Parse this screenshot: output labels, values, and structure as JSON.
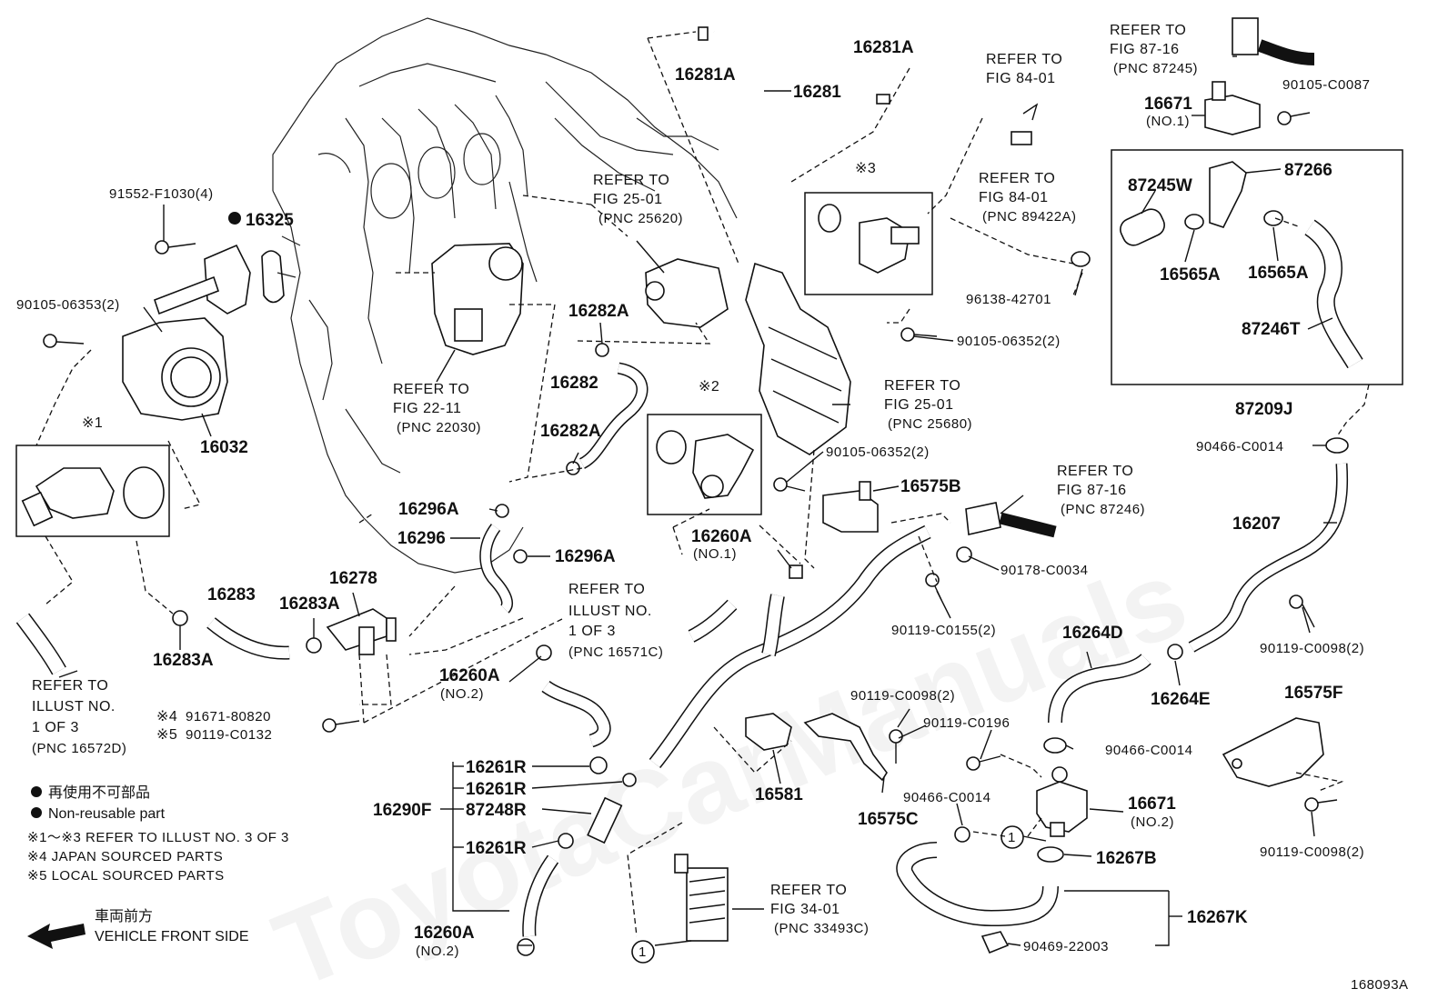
{
  "diagram_id": "168093A",
  "watermark": "ToyotaCarManuals",
  "part_labels": {
    "p16281A_top": "16281A",
    "p16281A_left": "16281A",
    "p16281": "16281",
    "p91552": "91552-F1030(4)",
    "p16325": "16325",
    "p90105_06353": "90105-06353(2)",
    "p16032": "16032",
    "p16282A_top": "16282A",
    "p16282": "16282",
    "p16282A_bot": "16282A",
    "p96138": "96138-42701",
    "p90105_06352a": "90105-06352(2)",
    "p90105_06352b": "90105-06352(2)",
    "p16575B": "16575B",
    "p16296A_top": "16296A",
    "p16296": "16296",
    "p16296A_bot": "16296A",
    "p16260A_no1": "16260A",
    "p16260A_no1_sub": "(NO.1)",
    "p90178": "90178-C0034",
    "p90119_C0155": "90119-C0155(2)",
    "p16283": "16283",
    "p16283A_mid": "16283A",
    "p16278": "16278",
    "p16283A_bot": "16283A",
    "p16260A_no2a": "16260A",
    "p16260A_no2a_sub": "(NO.2)",
    "p91671": "91671-80820",
    "p90119_C0132": "90119-C0132",
    "p16261R_1": "16261R",
    "p16261R_2": "16261R",
    "p87248R": "87248R",
    "p16261R_3": "16261R",
    "p16290F": "16290F",
    "p16260A_no2b": "16260A",
    "p16260A_no2b_sub": "(NO.2)",
    "p16581": "16581",
    "p90119_C0098a": "90119-C0098(2)",
    "p16575C": "16575C",
    "p90119_C0196": "90119-C0196",
    "p90466_C0014a": "90466-C0014",
    "p16264D": "16264D",
    "p90466_C0014b": "90466-C0014",
    "p16671_no2": "16671",
    "p16671_no2_sub": "(NO.2)",
    "p16267B": "16267B",
    "p16267K": "16267K",
    "p90469": "90469-22003",
    "p16671_no1": "16671",
    "p16671_no1_sub": "(NO.1)",
    "p90105_C0087": "90105-C0087",
    "p87245W": "87245W",
    "p87266": "87266",
    "p16565A_1": "16565A",
    "p16565A_2": "16565A",
    "p87246T": "87246T",
    "p87209J": "87209J",
    "p90466_C0014c": "90466-C0014",
    "p16207": "16207",
    "p90119_C0098b": "90119-C0098(2)",
    "p16264E": "16264E",
    "p16575F": "16575F",
    "p90119_C0098c": "90119-C0098(2)"
  },
  "callout_marks": {
    "m1": "※1",
    "m2": "※2",
    "m3": "※3",
    "m4": "※4",
    "m5": "※5",
    "c1a": "1",
    "c1b": "1"
  },
  "references": {
    "r_fig2501a": [
      "REFER TO",
      "FIG 25-01",
      "(PNC 25620)"
    ],
    "r_fig2211": [
      "REFER TO",
      "FIG 22-11",
      "(PNC 22030)"
    ],
    "r_fig2501b": [
      "REFER TO",
      "FIG 25-01",
      "(PNC 25680)"
    ],
    "r_fig8401a": [
      "REFER TO",
      "FIG 84-01"
    ],
    "r_fig8401b": [
      "REFER TO",
      "FIG 84-01",
      "(PNC 89422A)"
    ],
    "r_fig8716a": [
      "REFER TO",
      "FIG 87-16",
      "(PNC 87245)"
    ],
    "r_fig8716b": [
      "REFER TO",
      "FIG 87-16",
      "(PNC 87246)"
    ],
    "r_illust1": [
      "REFER TO",
      "ILLUST NO.",
      "1 OF 3",
      "(PNC 16571C)"
    ],
    "r_illust2": [
      "REFER TO",
      "ILLUST NO.",
      "1 OF 3",
      "(PNC 16572D)"
    ],
    "r_fig3401": [
      "REFER TO",
      "FIG 34-01",
      "(PNC 33493C)"
    ]
  },
  "legend": {
    "non_reusable_jp": "再使用不可部品",
    "non_reusable_en": "Non-reusable part",
    "note_1_3": "※1～※3  REFER TO ILLUST NO. 3 OF 3",
    "note_4": "※4  JAPAN SOURCED PARTS",
    "note_5": "※5  LOCAL SOURCED PARTS",
    "front_jp": "車両前方",
    "front_en": "VEHICLE FRONT SIDE"
  }
}
